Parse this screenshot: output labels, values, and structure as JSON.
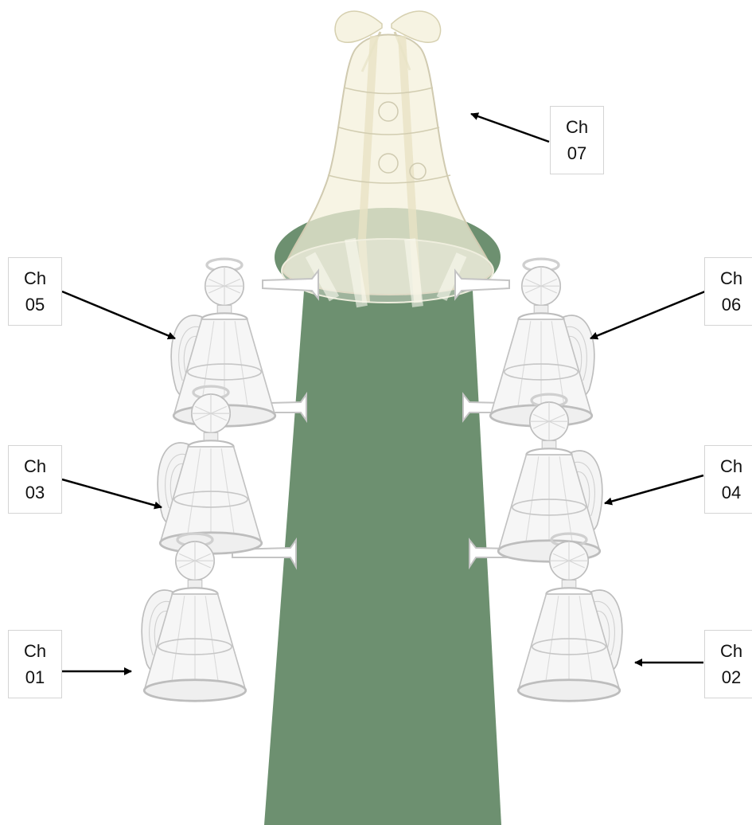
{
  "colors": {
    "pole": "#6d9070",
    "wire": "#ffffff",
    "wire_shadow": "#bfbfbf",
    "bell_tint": "#f3efd6",
    "arrow": "#000000"
  },
  "labels": [
    {
      "id": "ch07",
      "line1": "Ch",
      "line2": "07"
    },
    {
      "id": "ch05",
      "line1": "Ch",
      "line2": "05"
    },
    {
      "id": "ch06",
      "line1": "Ch",
      "line2": "06"
    },
    {
      "id": "ch03",
      "line1": "Ch",
      "line2": "03"
    },
    {
      "id": "ch04",
      "line1": "Ch",
      "line2": "04"
    },
    {
      "id": "ch01",
      "line1": "Ch",
      "line2": "01"
    },
    {
      "id": "ch02",
      "line1": "Ch",
      "line2": "02"
    }
  ]
}
